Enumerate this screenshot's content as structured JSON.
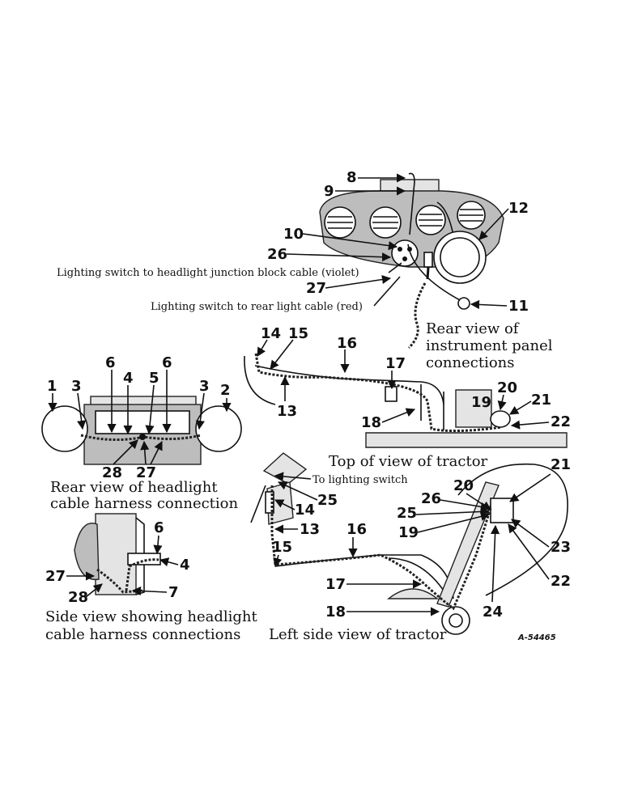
{
  "captions": {
    "instrument_panel": [
      "Rear view of",
      "instrument panel",
      "connections"
    ],
    "top_view": "Top of view of tractor",
    "headlight_rear": [
      "Rear view of headlight",
      "cable harness connection"
    ],
    "side_view": [
      "Side view showing headlight",
      "cable harness connections"
    ],
    "left_side": "Left side view of tractor"
  },
  "notes": {
    "violet_cable": "Lighting switch to headlight junction block cable (violet)",
    "red_cable": "Lighting switch to rear light cable (red)",
    "to_switch": "To lighting switch"
  },
  "figure_code": "A-54465",
  "callouts": {
    "panel": [
      "8",
      "9",
      "10",
      "26",
      "27",
      "12",
      "11"
    ],
    "top": [
      "14",
      "15",
      "16",
      "17",
      "13",
      "18",
      "19",
      "20",
      "21",
      "22"
    ],
    "headlight_rear": [
      "1",
      "3",
      "6",
      "4",
      "5",
      "6",
      "3",
      "2",
      "28",
      "27"
    ],
    "side": [
      "6",
      "4",
      "27",
      "28",
      "7"
    ],
    "left": [
      "25",
      "14",
      "13",
      "15",
      "16",
      "17",
      "18",
      "20",
      "21",
      "26",
      "25",
      "19",
      "23",
      "22",
      "24"
    ]
  }
}
